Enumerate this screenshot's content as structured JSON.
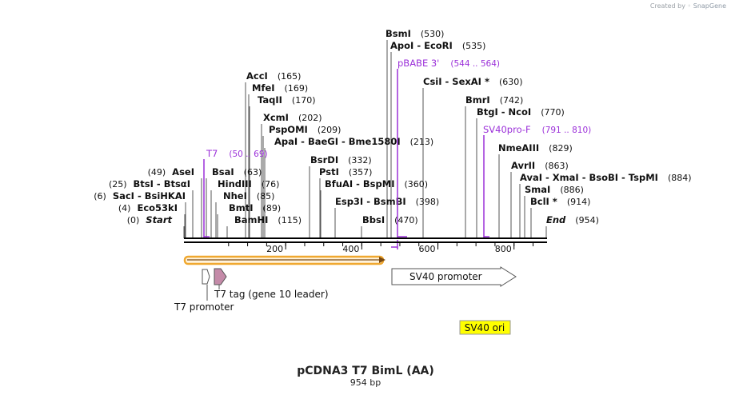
{
  "credit": {
    "prefix": "Created by",
    "brand": "SnapGene"
  },
  "plasmid": {
    "name": "pCDNA3 T7 BimL (AA)",
    "length_label": "954 bp",
    "length_bp": 954
  },
  "scale": {
    "ticks": [
      200,
      400,
      600,
      800
    ]
  },
  "sites": [
    {
      "name": "BsmI",
      "pos": "(530)"
    },
    {
      "name": "ApoI - EcoRI",
      "pos": "(535)"
    },
    {
      "name": "CsiI - SexAI *",
      "pos": "(630)"
    },
    {
      "name": "BmrI",
      "pos": "(742)"
    },
    {
      "name": "BtgI - NcoI",
      "pos": "(770)"
    },
    {
      "name": "NmeAIII",
      "pos": "(829)"
    },
    {
      "name": "AvrII",
      "pos": "(863)"
    },
    {
      "name": "AvaI - XmaI - BsoBI - TspMI",
      "pos": "(884)"
    },
    {
      "name": "SmaI",
      "pos": "(886)"
    },
    {
      "name": "BclI *",
      "pos": "(914)"
    },
    {
      "name": "End",
      "pos": "(954)"
    },
    {
      "name": "AccI",
      "pos": "(165)"
    },
    {
      "name": "MfeI",
      "pos": "(169)"
    },
    {
      "name": "TaqII",
      "pos": "(170)"
    },
    {
      "name": "XcmI",
      "pos": "(202)"
    },
    {
      "name": "PspOMI",
      "pos": "(209)"
    },
    {
      "name": "ApaI - BaeGI - Bme1580I",
      "pos": "(213)"
    },
    {
      "name": "BsrDI",
      "pos": "(332)"
    },
    {
      "name": "PstI",
      "pos": "(357)"
    },
    {
      "name": "BfuAI - BspMI",
      "pos": "(360)"
    },
    {
      "name": "Esp3I - BsmBI",
      "pos": "(398)"
    },
    {
      "name": "BbsI",
      "pos": "(470)"
    },
    {
      "name": "BsaI",
      "pos": "(63)"
    },
    {
      "name": "HindIII",
      "pos": "(76)"
    },
    {
      "name": "NheI",
      "pos": "(85)"
    },
    {
      "name": "BmtI",
      "pos": "(89)"
    },
    {
      "name": "BamHI",
      "pos": "(115)"
    },
    {
      "name": "AseI",
      "pos": "(49)"
    },
    {
      "name": "BtsI - BtsαI",
      "pos": "(25)"
    },
    {
      "name": "SacI - BsiHKAI",
      "pos": "(6)"
    },
    {
      "name": "Eco53kI",
      "pos": "(4)"
    },
    {
      "name": "Start",
      "pos": "(0)"
    }
  ],
  "primers": [
    {
      "name": "pBABE 3'",
      "range": "(544 .. 564)"
    },
    {
      "name": "T7",
      "range": "(50 .. 69)"
    },
    {
      "name": "SV40pro-F",
      "range": "(791 .. 810)"
    }
  ],
  "features": {
    "t7_tag": "T7 tag (gene 10 leader)",
    "t7_promoter": "T7 promoter",
    "sv40_promoter": "SV40 promoter",
    "sv40_ori": "SV40 ori"
  },
  "colors": {
    "primer": "#9b30d9",
    "orf_band": "#f0a830",
    "sv40_ori_fill": "#ffff00",
    "t7_tag_fill": "#c48aa8",
    "backbone": "#000000"
  }
}
